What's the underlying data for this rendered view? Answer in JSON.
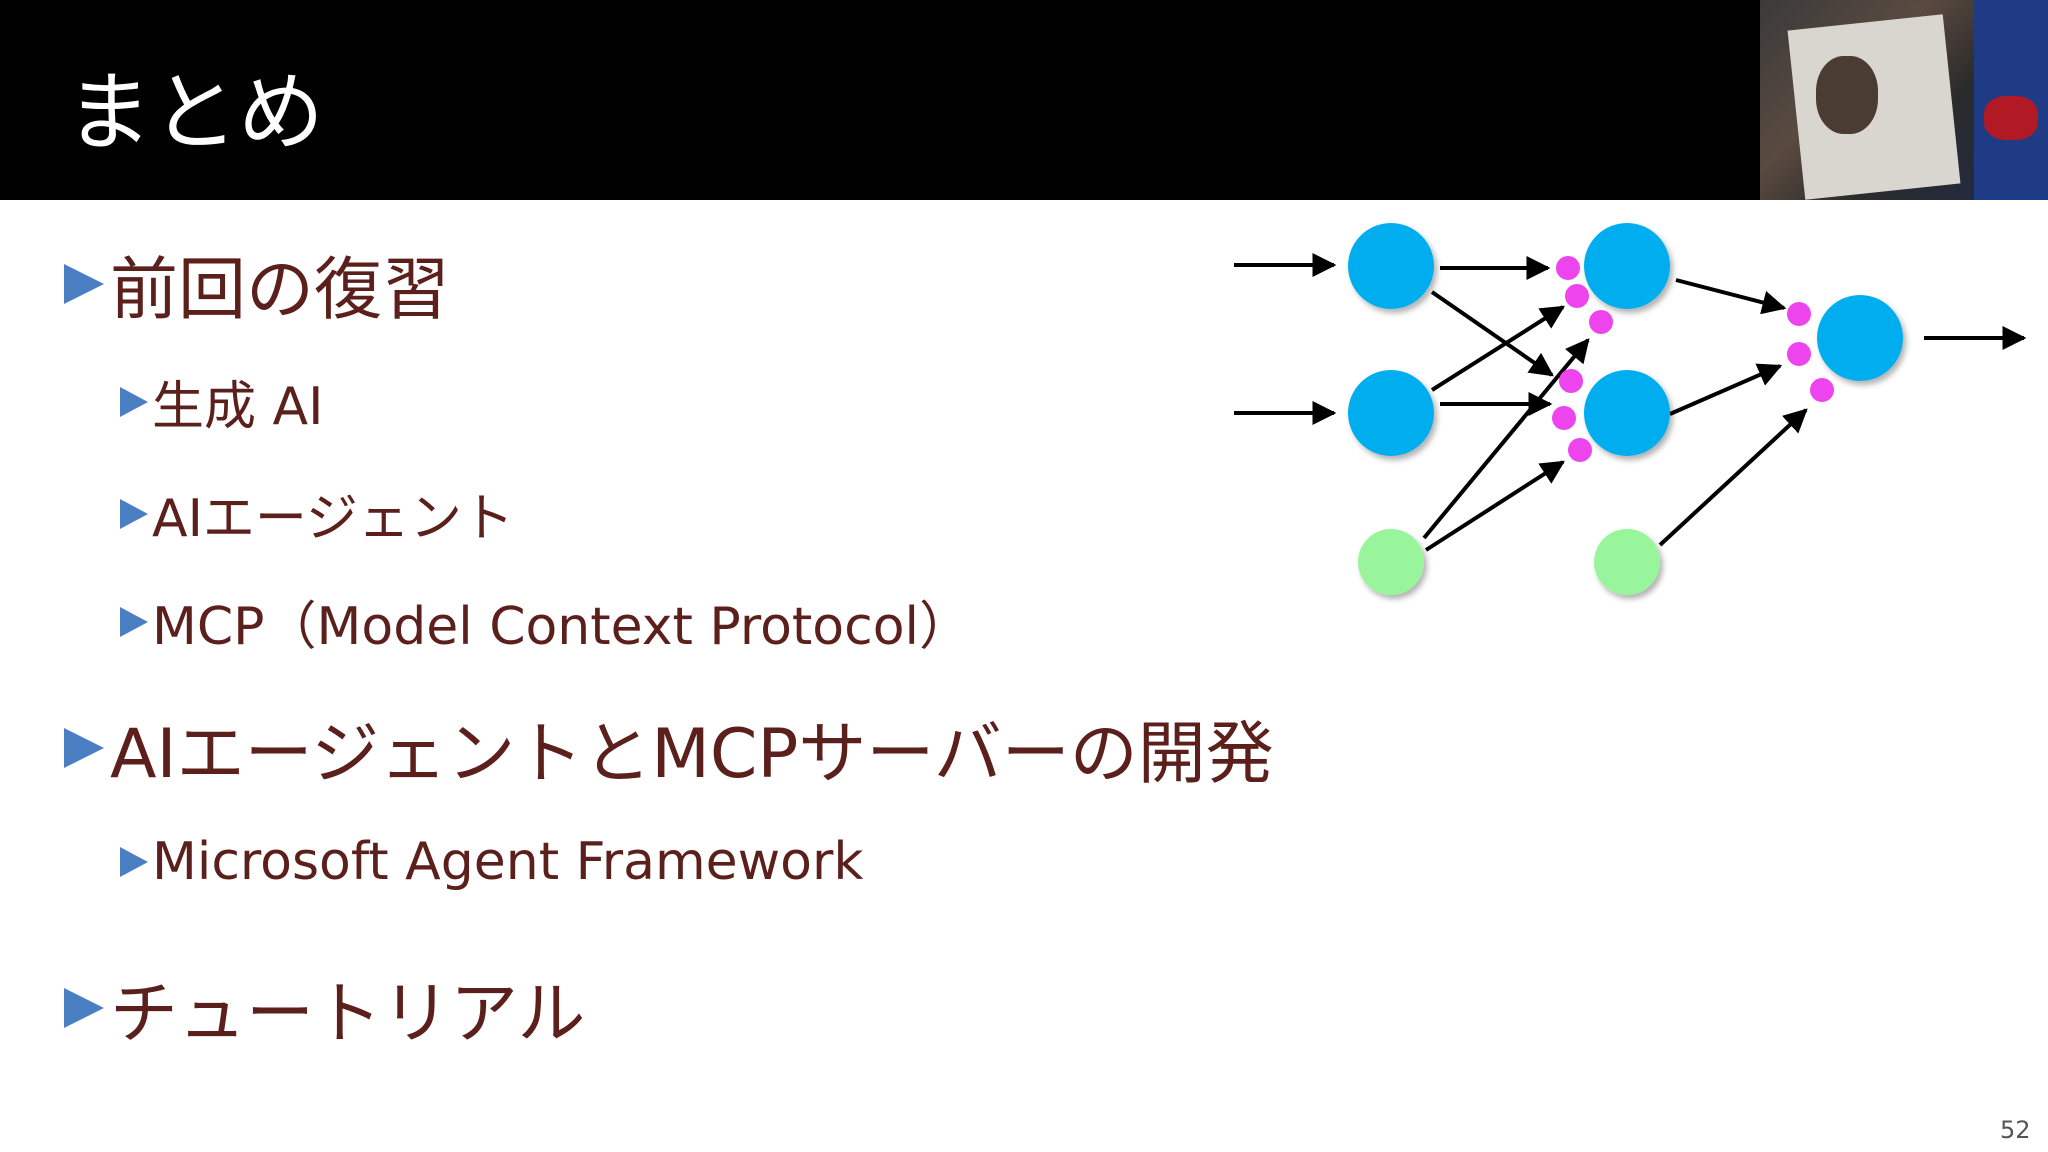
{
  "slide": {
    "title": "まとめ",
    "page_number": "52",
    "bullets": [
      {
        "level": 1,
        "text": "前回の復習"
      },
      {
        "level": 2,
        "text": "生成 AI"
      },
      {
        "level": 2,
        "text": "AIエージェント"
      },
      {
        "level": 2,
        "text": "MCP（Model Context Protocol）"
      },
      {
        "level": 1,
        "text": "AIエージェントとMCPサーバーの開発"
      },
      {
        "level": 2,
        "text": "Microsoft Agent Framework"
      },
      {
        "level": 1,
        "text": "チュートリアル"
      }
    ]
  },
  "colors": {
    "title_bar": "#000000",
    "title_text": "#ffffff",
    "body_text": "#5b1f1c",
    "bullet_marker": "#4a7fc4",
    "neuron": "#00aeef",
    "bias_neuron": "#99f59b",
    "weight_dot": "#ee44ee",
    "arrow": "#000000"
  },
  "icons": {
    "bullet_marker": "blue-triangle-icon",
    "webcam": "presenter-webcam-thumbnail"
  }
}
